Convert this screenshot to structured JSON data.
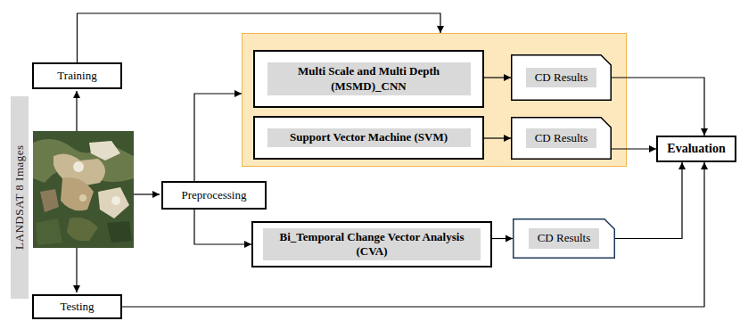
{
  "diagram": {
    "nodes": [
      {
        "text": [
          "Training"
        ]
      },
      {
        "text": []
      },
      {
        "text": [
          "Multi Scale and Multi Depth (MSMD)_CNN"
        ],
        "in": 1
      },
      {
        "text": [
          "CD Results"
        ],
        "in": 1
      },
      {
        "text": [
          "Support Vector Machine (SVM)"
        ],
        "in": 1
      },
      {
        "text": [
          "CD Results"
        ],
        "in": 1
      },
      {
        "text": [
          "Evaluation"
        ]
      },
      {
        "text": [
          "LANDSAT 8 Images"
        ]
      },
      {
        "text": [
          "Preprocessing"
        ]
      },
      {
        "text": [
          "Bi_Temporal Change Vector Analysis (CVA)"
        ]
      },
      {
        "text": [
          "CD Results"
        ]
      },
      {
        "text": [
          "Testing"
        ]
      }
    ],
    "edges": [
      {
        "from": 0,
        "to": 1,
        "arrow": "to"
      },
      {
        "from": 8,
        "to": 1,
        "arrow": "to"
      },
      {
        "from": 8,
        "to": 9,
        "arrow": "to"
      },
      {
        "from": 2,
        "to": 3,
        "arrow": "to"
      },
      {
        "from": 4,
        "to": 5,
        "arrow": "to"
      },
      {
        "from": 9,
        "to": 10,
        "arrow": "to"
      },
      {
        "from": 3,
        "to": 6,
        "arrow": "to"
      },
      {
        "from": 5,
        "to": 6,
        "arrow": "to"
      },
      {
        "from": 10,
        "to": 6,
        "arrow": "to"
      },
      {
        "from": 11,
        "to": 6,
        "arrow": "to"
      }
    ]
  }
}
